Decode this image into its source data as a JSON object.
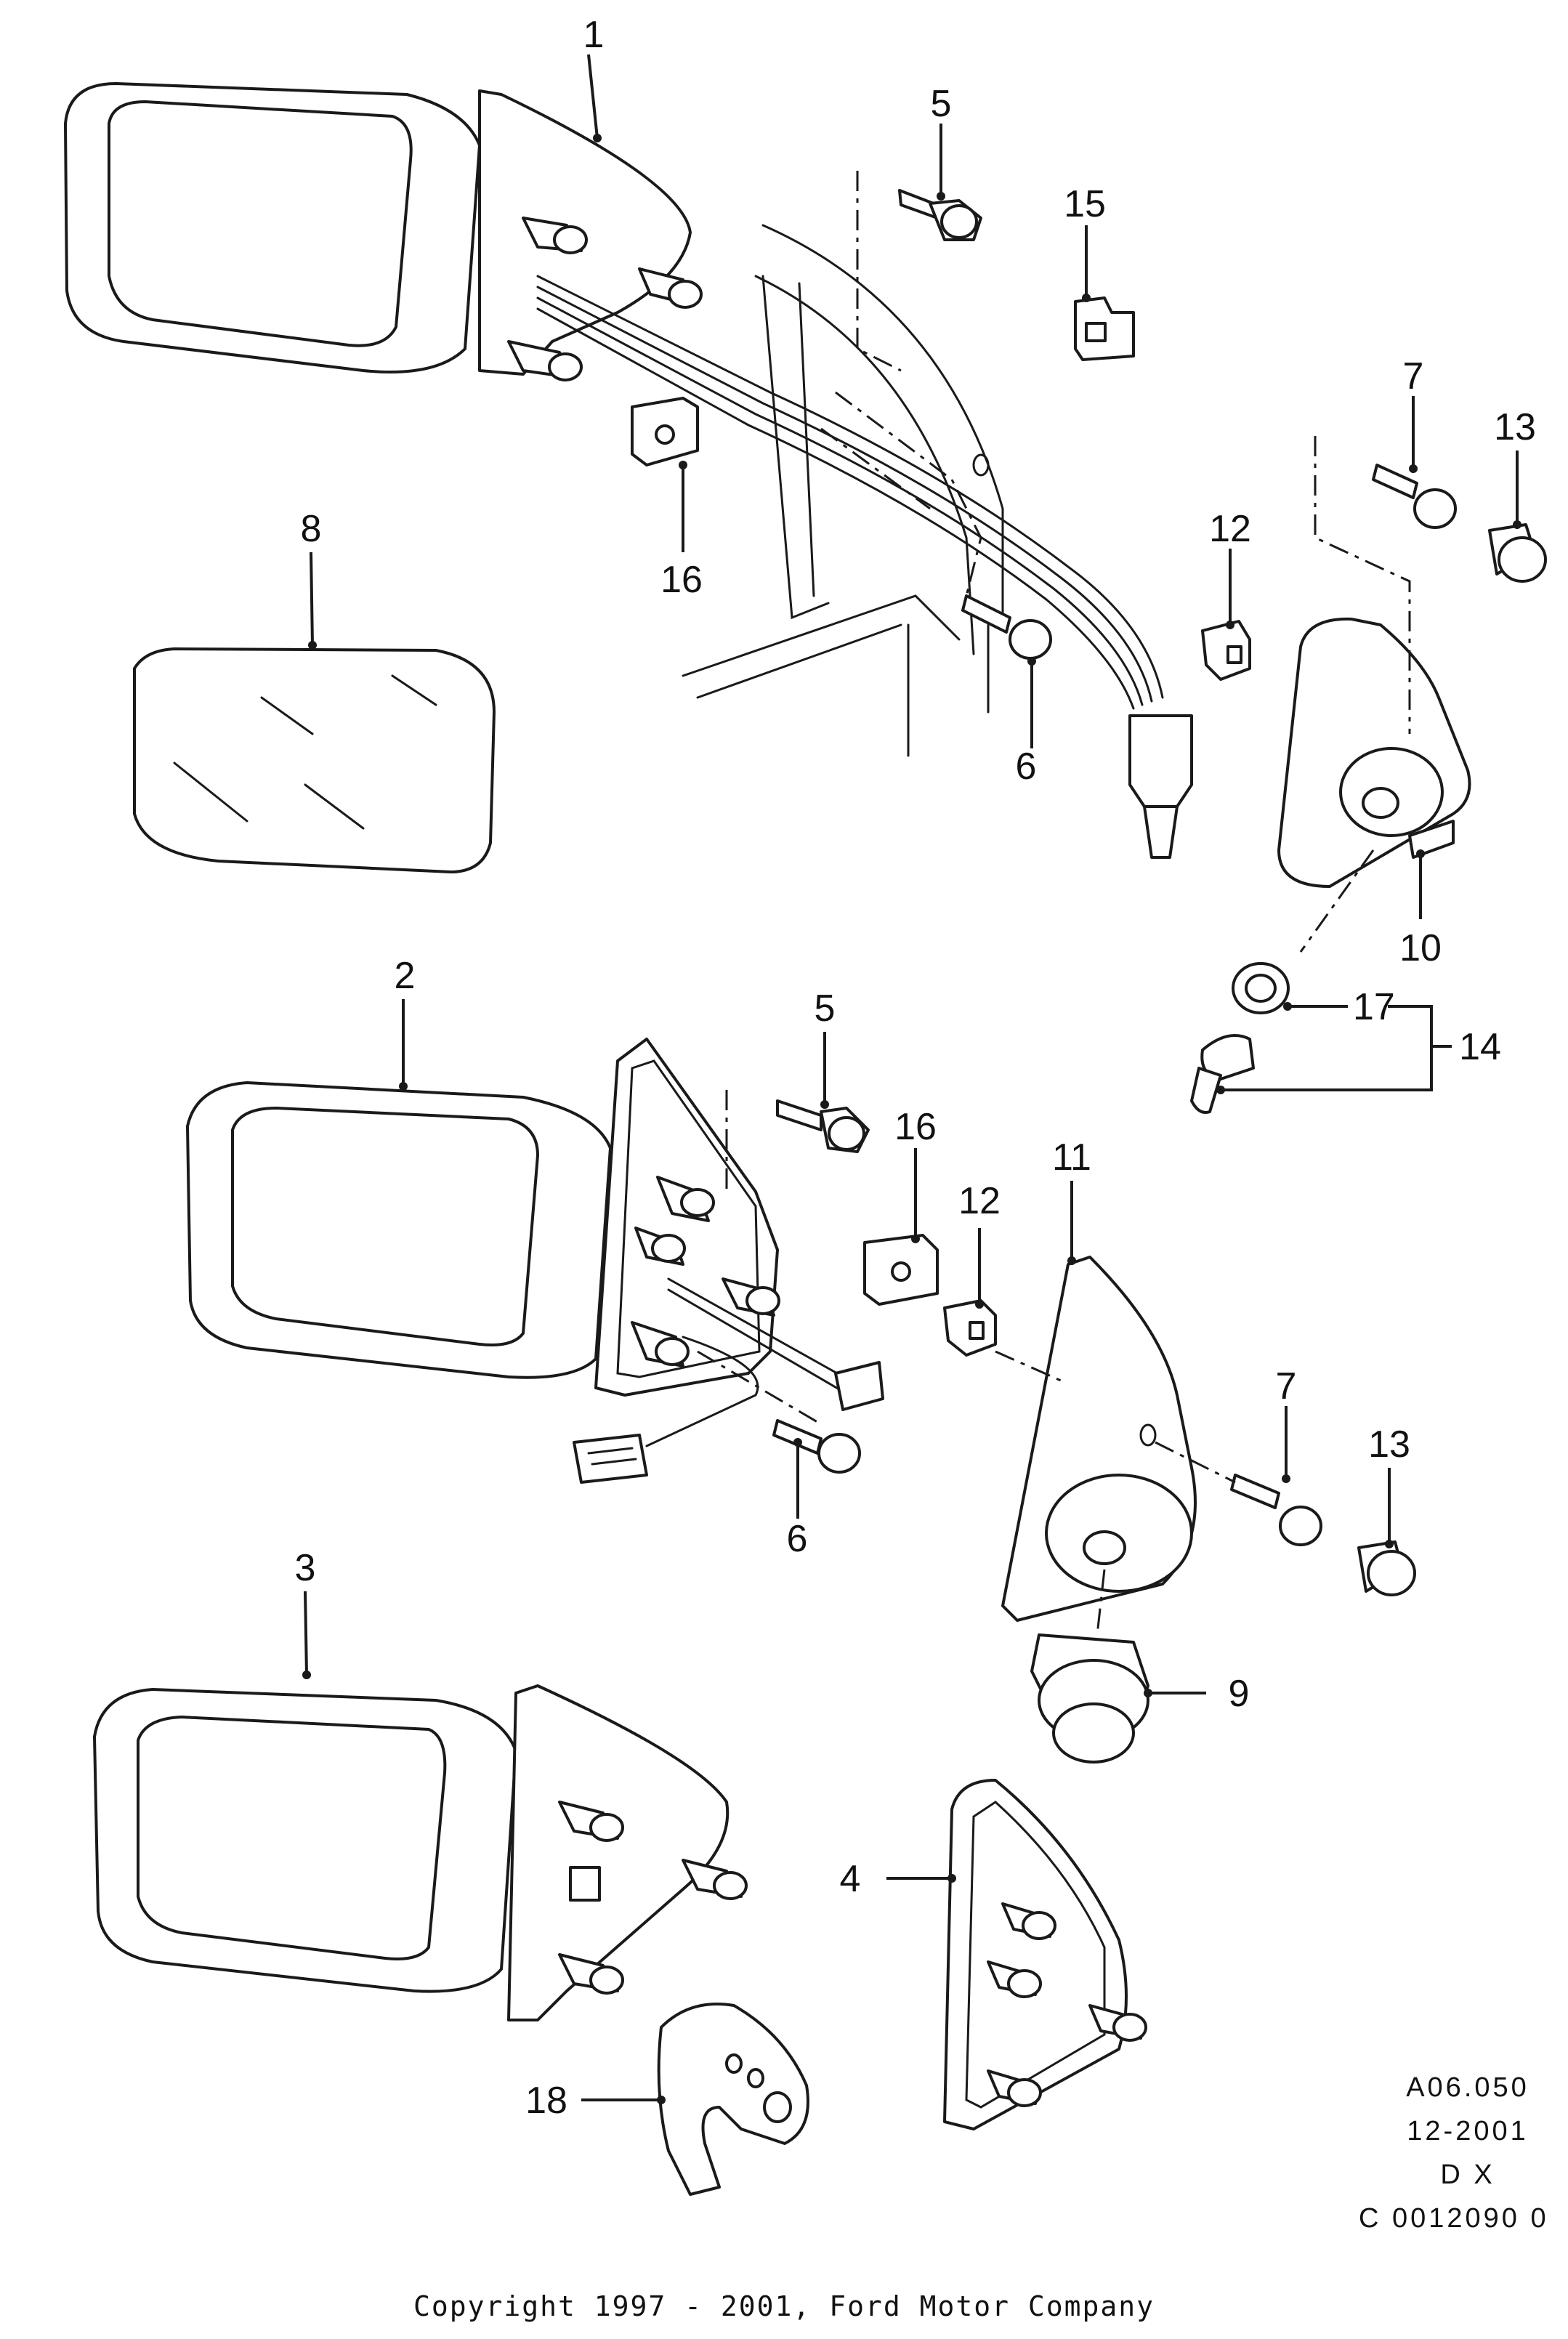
{
  "callouts": [
    {
      "id": "1",
      "text": "1"
    },
    {
      "id": "2",
      "text": "2"
    },
    {
      "id": "3",
      "text": "3"
    },
    {
      "id": "4",
      "text": "4"
    },
    {
      "id": "5a",
      "text": "5"
    },
    {
      "id": "5b",
      "text": "5"
    },
    {
      "id": "6a",
      "text": "6"
    },
    {
      "id": "6b",
      "text": "6"
    },
    {
      "id": "7a",
      "text": "7"
    },
    {
      "id": "7b",
      "text": "7"
    },
    {
      "id": "8",
      "text": "8"
    },
    {
      "id": "9",
      "text": "9"
    },
    {
      "id": "10",
      "text": "10"
    },
    {
      "id": "11",
      "text": "11"
    },
    {
      "id": "12a",
      "text": "12"
    },
    {
      "id": "12b",
      "text": "12"
    },
    {
      "id": "13a",
      "text": "13"
    },
    {
      "id": "13b",
      "text": "13"
    },
    {
      "id": "14",
      "text": "14"
    },
    {
      "id": "15",
      "text": "15"
    },
    {
      "id": "16a",
      "text": "16"
    },
    {
      "id": "16b",
      "text": "16"
    },
    {
      "id": "17",
      "text": "17"
    },
    {
      "id": "18",
      "text": "18"
    }
  ],
  "meta": {
    "code": "A06.050",
    "date": "12-2001",
    "dx": "D X",
    "catalog": "C 0012090 0"
  },
  "footer": {
    "copyright": "Copyright 1997 - 2001, Ford Motor Company"
  },
  "colors": {
    "line": "#1a1a1a",
    "background": "#ffffff"
  }
}
